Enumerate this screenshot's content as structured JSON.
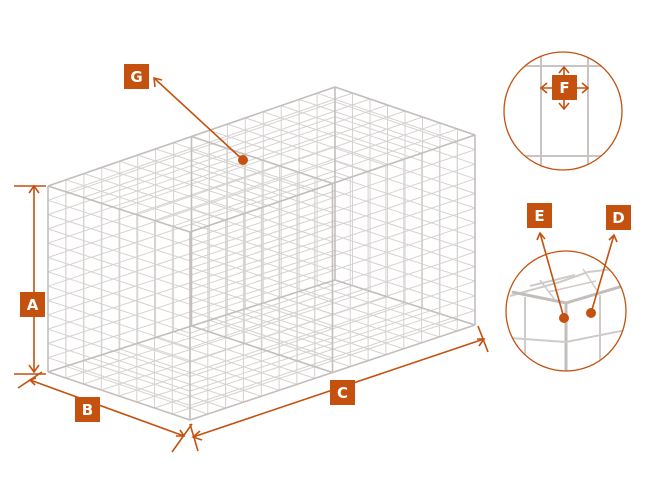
{
  "colors": {
    "accent": "#c4510e",
    "mesh": "#d6d2d0",
    "frame": "#c3bebc",
    "background": "#ffffff"
  },
  "labels": {
    "height": "A",
    "width": "B",
    "length": "C",
    "corner_wire": "D",
    "edge_wire": "E",
    "mesh_opening": "F",
    "diaphragm": "G"
  },
  "panel_divisions": {
    "height_cells": 13,
    "width_cells": 8,
    "length_cells": 16,
    "diaphragm_count": 1
  }
}
